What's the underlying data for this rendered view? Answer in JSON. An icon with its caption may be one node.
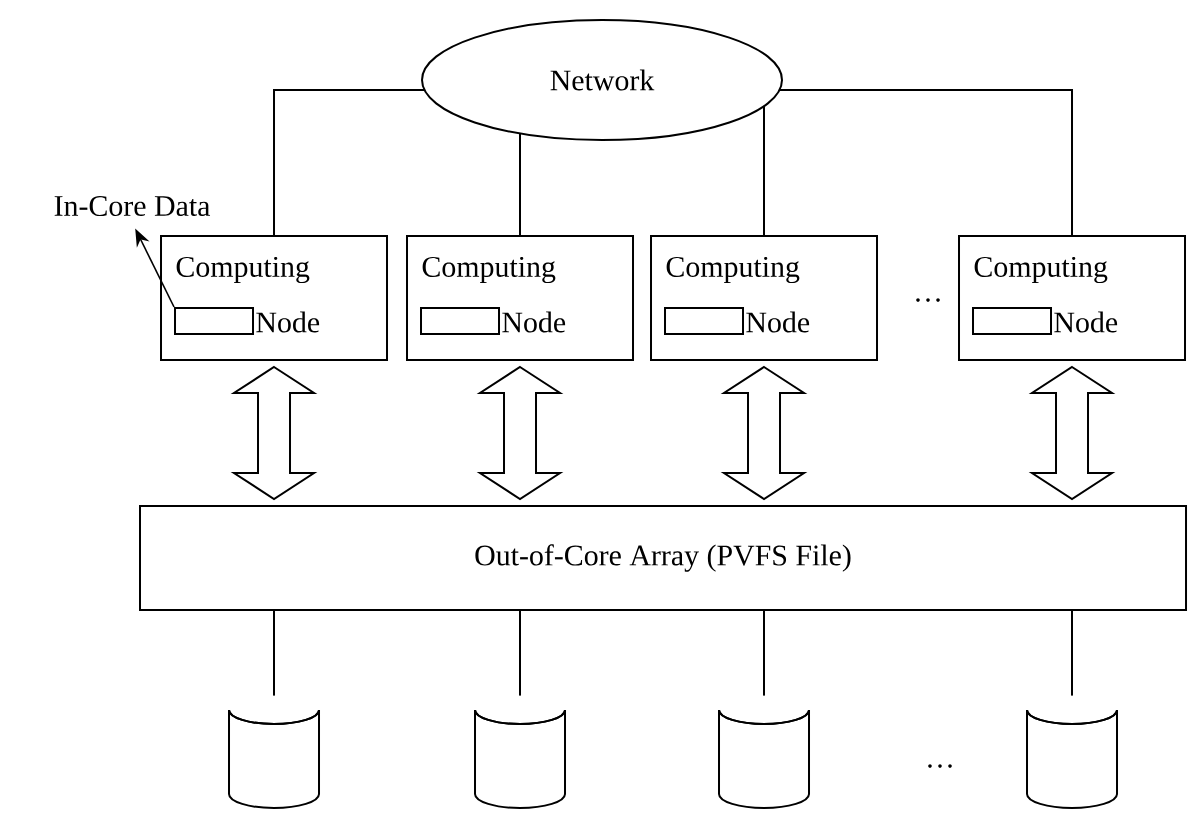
{
  "diagram": {
    "nodes": [
      {
        "text": [
          "Network"
        ]
      },
      {
        "text": [
          "In-Core Data"
        ]
      },
      {
        "text": [
          "Computing",
          "Node"
        ]
      },
      {
        "text": [],
        "shape": "box",
        "in": 2
      },
      {
        "text": [
          "Computing",
          "Node"
        ]
      },
      {
        "text": [],
        "shape": "box",
        "in": 4
      },
      {
        "text": [
          "Computing",
          "Node"
        ]
      },
      {
        "text": [],
        "shape": "box",
        "in": 6
      },
      {
        "text": [
          "Computing",
          "Node"
        ]
      },
      {
        "text": [],
        "shape": "box",
        "in": 8
      },
      {
        "text": [
          "Out-of-Core Array (PVFS File)"
        ]
      },
      {
        "text": [],
        "shape": "cylinder"
      },
      {
        "text": [],
        "shape": "cylinder"
      },
      {
        "text": [],
        "shape": "cylinder"
      },
      {
        "text": [],
        "shape": "cylinder"
      }
    ],
    "edges": [
      {
        "from": 0,
        "to": 2,
        "arrow": "none"
      },
      {
        "from": 0,
        "to": 4,
        "arrow": "none"
      },
      {
        "from": 0,
        "to": 6,
        "arrow": "none"
      },
      {
        "from": 0,
        "to": 8,
        "arrow": "none"
      },
      {
        "from": 3,
        "to": 1,
        "arrow": "to"
      },
      {
        "from": 2,
        "to": 10,
        "arrow": "both",
        "style": "thick"
      },
      {
        "from": 4,
        "to": 10,
        "arrow": "both",
        "style": "thick"
      },
      {
        "from": 6,
        "to": 10,
        "arrow": "both",
        "style": "thick"
      },
      {
        "from": 8,
        "to": 10,
        "arrow": "both",
        "style": "thick"
      },
      {
        "from": 10,
        "to": 11,
        "arrow": "none"
      },
      {
        "from": 10,
        "to": 12,
        "arrow": "none"
      },
      {
        "from": 10,
        "to": 13,
        "arrow": "none"
      },
      {
        "from": 10,
        "to": 14,
        "arrow": "none"
      }
    ],
    "labels": [
      "…",
      "…"
    ]
  }
}
